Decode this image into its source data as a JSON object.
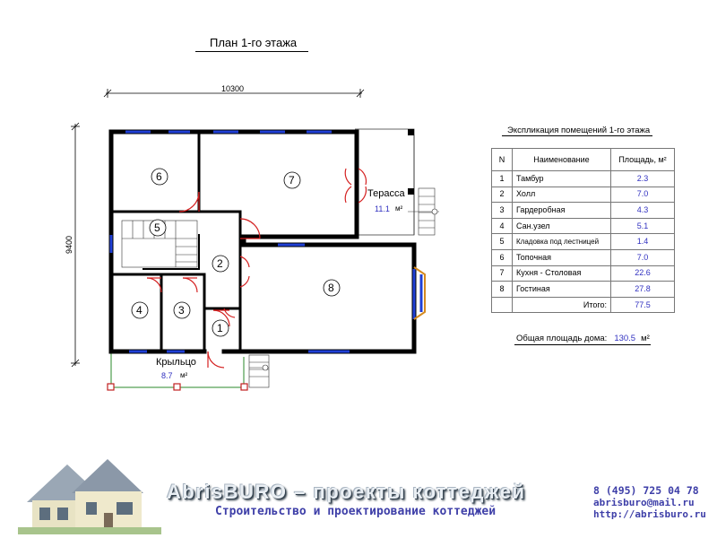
{
  "plan": {
    "title": "План 1-го этажа",
    "dim_width": "10300",
    "dim_height": "9400",
    "room_numbers": [
      "1",
      "2",
      "3",
      "4",
      "5",
      "6",
      "7",
      "8"
    ],
    "terrace": {
      "label": "Терасса",
      "area": "11.1",
      "unit": "м²"
    },
    "porch": {
      "label": "Крыльцо",
      "area": "8.7",
      "unit": "м²"
    }
  },
  "explication": {
    "title": "Экспликация помещений 1-го этажа",
    "headers": [
      "N",
      "Наименование",
      "Площадь, м²"
    ],
    "rows": [
      {
        "n": "1",
        "name": "Тамбур",
        "area": "2.3"
      },
      {
        "n": "2",
        "name": "Холл",
        "area": "7.0"
      },
      {
        "n": "3",
        "name": "Гардеробная",
        "area": "4.3"
      },
      {
        "n": "4",
        "name": "Сан.узел",
        "area": "5.1"
      },
      {
        "n": "5",
        "name": "Кладовка под лестницей",
        "area": "1.4"
      },
      {
        "n": "6",
        "name": "Топочная",
        "area": "7.0"
      },
      {
        "n": "7",
        "name": "Кухня - Столовая",
        "area": "22.6"
      },
      {
        "n": "8",
        "name": "Гостиная",
        "area": "27.8"
      }
    ],
    "total_label": "Итого:",
    "total_value": "77.5",
    "house_area_label": "Общая площадь дома:",
    "house_area_value": "130.5",
    "house_area_unit": "м²"
  },
  "footer": {
    "brand": "AbrisBURO – проекты коттеджей",
    "slogan": "Строительство и проектирование коттеджей",
    "phone": "8 (495) 725 04 78",
    "email": "abrisburo@mail.ru",
    "site": "http://abrisburo.ru"
  },
  "colors": {
    "wall": "#000000",
    "window": "#1f3fd6",
    "door": "#d42020",
    "porch": "#2a8a2a",
    "accent_text": "#3030c0",
    "footer_text": "#3e3fa8"
  }
}
